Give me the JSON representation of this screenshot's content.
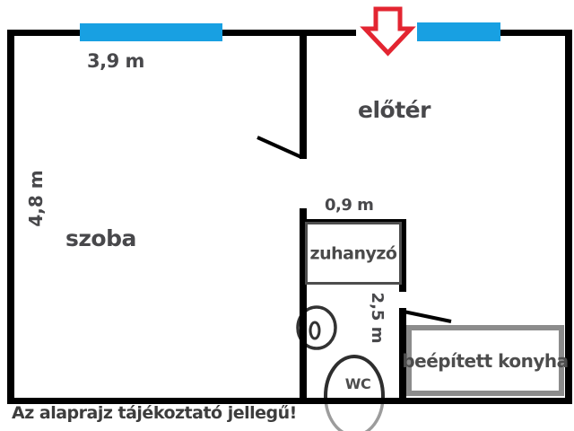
{
  "plan": {
    "caption": "Az alaprajz tájékoztató jellegű!",
    "rooms": {
      "szoba": "szoba",
      "eloter": "előtér",
      "zuhanyzo": "zuhanyzó",
      "wc": "WC",
      "konyha": "beépített konyha"
    },
    "dimensions": {
      "top_width": "3,9 m",
      "left_height": "4,8 m",
      "shower_width": "0,9 m",
      "bath_depth": "2,5 m"
    },
    "icons": {
      "entrance_arrow": "red-down-arrow-icon",
      "window_marker": "blue-window-icon",
      "sink": "washbasin-icon",
      "toilet": "wc-bowl-icon"
    },
    "colors": {
      "wall": "#000000",
      "window_blue": "#18a0e2",
      "arrow_red": "#e32531",
      "label_gray": "#48484b",
      "shower_border": "#4d4d4d",
      "kitchen_border": "#8c8c8c"
    }
  }
}
